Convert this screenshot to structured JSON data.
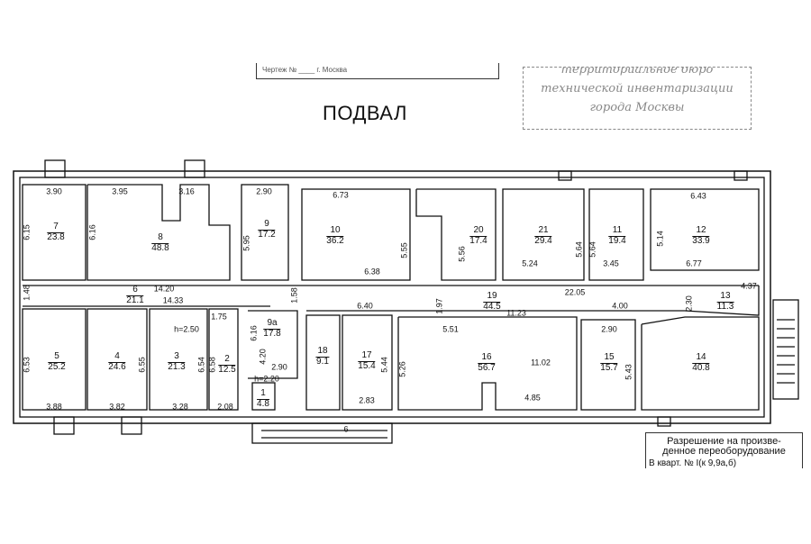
{
  "header_strip": "Чертеж № ____ г. Москва",
  "title": "ПОДВАЛ",
  "stamp": [
    "территориальное бюро",
    "технической инвентаризации",
    "города Москвы"
  ],
  "permit": {
    "line1": "Разрешение на произве-",
    "line2": "денное переоборудование",
    "line3": "В кварт. № I(к 9,9а,б)"
  },
  "rooms": [
    {
      "n": "7",
      "a": "23.8"
    },
    {
      "n": "8",
      "a": "48.8"
    },
    {
      "n": "9",
      "a": "17.2"
    },
    {
      "n": "10",
      "a": "36.2"
    },
    {
      "n": "20",
      "a": "17.4"
    },
    {
      "n": "21",
      "a": "29.4"
    },
    {
      "n": "11",
      "a": "19.4"
    },
    {
      "n": "12",
      "a": "33.9"
    },
    {
      "n": "6",
      "a": "21.1"
    },
    {
      "n": "19",
      "a": "44.5"
    },
    {
      "n": "13",
      "a": "11.3"
    },
    {
      "n": "5",
      "a": "25.2"
    },
    {
      "n": "4",
      "a": "24.6"
    },
    {
      "n": "3",
      "a": "21.3"
    },
    {
      "n": "2",
      "a": "12.5"
    },
    {
      "n": "9a",
      "a": "17.8"
    },
    {
      "n": "1",
      "a": "4.8"
    },
    {
      "n": "18",
      "a": "9.1"
    },
    {
      "n": "17",
      "a": "15.4"
    },
    {
      "n": "16",
      "a": "56.7"
    },
    {
      "n": "15",
      "a": "15.7"
    },
    {
      "n": "14",
      "a": "40.8"
    }
  ],
  "dimensions": [
    "3.90",
    "3.95",
    "3.16",
    "2.90",
    "6.73",
    "6.43",
    "6.15",
    "6.16",
    "5.95",
    "5.55",
    "5.56",
    "5.64",
    "5.64",
    "5.14",
    "6.38",
    "5.24",
    "3.45",
    "6.77",
    "1.48",
    "14.20",
    "14.33",
    "1.58",
    "6.40",
    "1.97",
    "22.05",
    "4.00",
    "11.23",
    "2.30",
    "4.37",
    "h=2.50",
    "1.75",
    "5.51",
    "2.90",
    "6.53",
    "6.55",
    "6.54",
    "6.58",
    "6.16",
    "4.20",
    "2.90",
    "11.02",
    "5.44",
    "5.26",
    "5.43",
    "h=2.20",
    "3.88",
    "3.82",
    "3.28",
    "2.08",
    "2.83",
    "4.85",
    "6"
  ]
}
